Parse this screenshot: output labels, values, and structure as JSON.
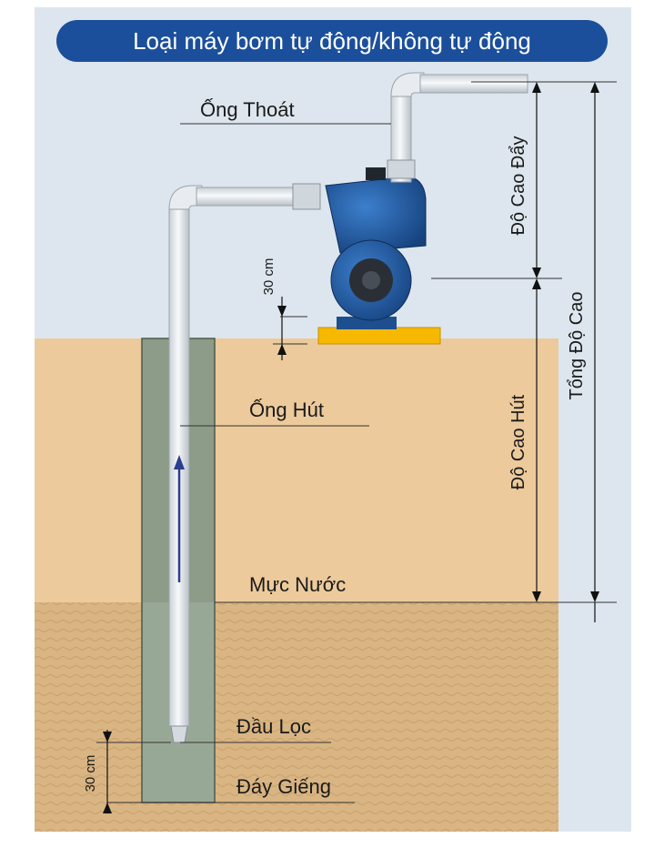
{
  "title": "Loại máy bơm tự động/không tự động",
  "labels": {
    "outlet_pipe": "Ống Thoát",
    "suction_pipe": "Ống Hút",
    "water_level": "Mực Nước",
    "filter_head": "Đầu Lọc",
    "well_bottom": "Đáy Giếng",
    "discharge_height": "Độ Cao Đẩy",
    "suction_height": "Độ Cao Hút",
    "total_height": "Tổng Độ Cao",
    "pump_clearance": "30 cm",
    "filter_clearance": "30 cm"
  },
  "colors": {
    "title_bg": "#1b4f9c",
    "sky": "#dde6ee",
    "soil": "#e9c79a",
    "soil_wet": "#d7b27f",
    "well": "#8c9b86",
    "pipe": "#eef2f5",
    "pump": "#1d5fa8",
    "base": "#f6b800",
    "arrow": "#2a3d8f"
  }
}
